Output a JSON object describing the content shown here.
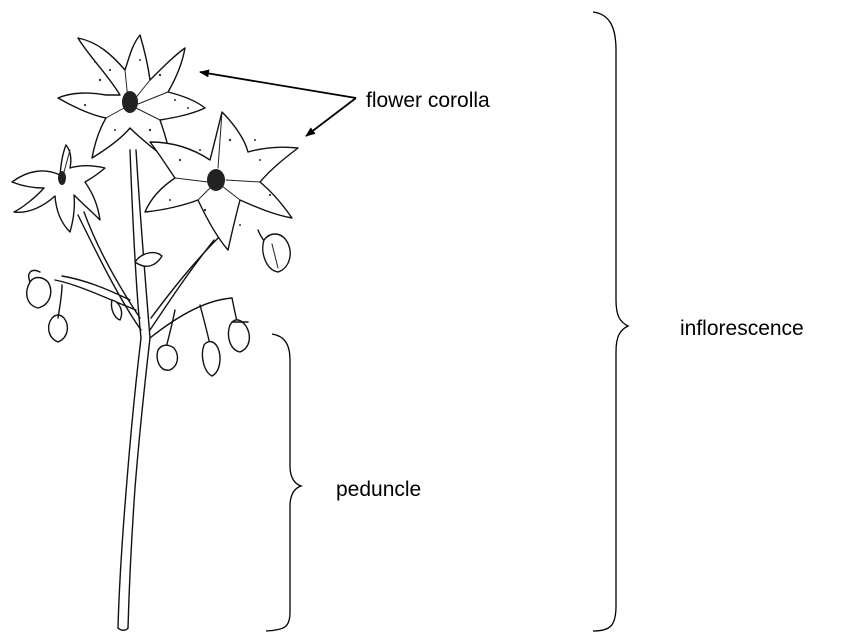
{
  "labels": {
    "flower_corolla": "flower corolla",
    "inflorescence": "inflorescence",
    "peduncle": "peduncle"
  },
  "colors": {
    "ink": "#111111",
    "background": "#ffffff"
  }
}
